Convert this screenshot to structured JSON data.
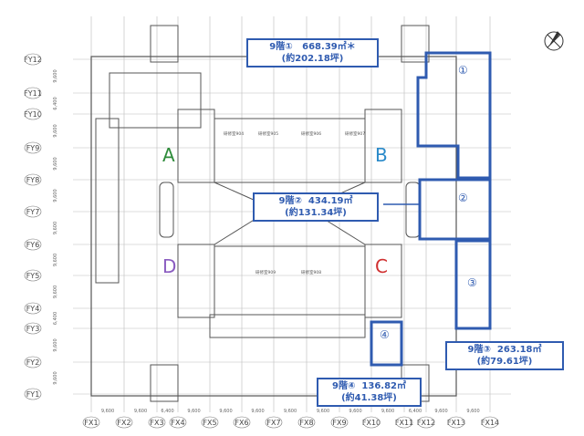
{
  "plan": {
    "x_axis": [
      "FX1",
      "FX2",
      "FX3",
      "FX4",
      "FX5",
      "FX6",
      "FX7",
      "FX8",
      "FX9",
      "FX10",
      "FX11",
      "FX12",
      "FX13",
      "FX14"
    ],
    "x_dims": [
      "9,600",
      "9,600",
      "6,400",
      "9,600",
      "9,600",
      "9,600",
      "9,600",
      "9,600",
      "9,600",
      "9,600",
      "6,400",
      "9,600",
      "9,600"
    ],
    "y_axis": [
      "FY12",
      "FY11",
      "FY10",
      "FY9",
      "FY8",
      "FY7",
      "FY6",
      "FY5",
      "FY4",
      "FY3",
      "FY2",
      "FY1"
    ],
    "y_dims": [
      "9,600",
      "6,400",
      "9,600",
      "9,600",
      "9,600",
      "9,600",
      "9,600",
      "9,600",
      "6,400",
      "9,600",
      "9,600"
    ],
    "core_letters": [
      {
        "label": "A",
        "color": "#2e8b3a"
      },
      {
        "label": "B",
        "color": "#2a8ac9"
      },
      {
        "label": "C",
        "color": "#d03030"
      },
      {
        "label": "D",
        "color": "#8a5cc0"
      }
    ],
    "rooms": [
      "研修室904",
      "研修室905",
      "研修室906",
      "研修室907",
      "研修室908",
      "研修室909"
    ],
    "accent_color": "#2f5bb0",
    "areas": [
      {
        "number": "①",
        "title": "9階①",
        "area": "668.39㎡＊",
        "tsubo": "(約202.18坪)"
      },
      {
        "number": "②",
        "title": "9階②",
        "area": "434.19㎡",
        "tsubo": "(約131.34坪)"
      },
      {
        "number": "③",
        "title": "9階③",
        "area": "263.18㎡",
        "tsubo": "(約79.61坪)"
      },
      {
        "number": "④",
        "title": "9階④",
        "area": "136.82㎡",
        "tsubo": "(約41.38坪)"
      }
    ],
    "compass_icon": "north-arrow-icon"
  }
}
